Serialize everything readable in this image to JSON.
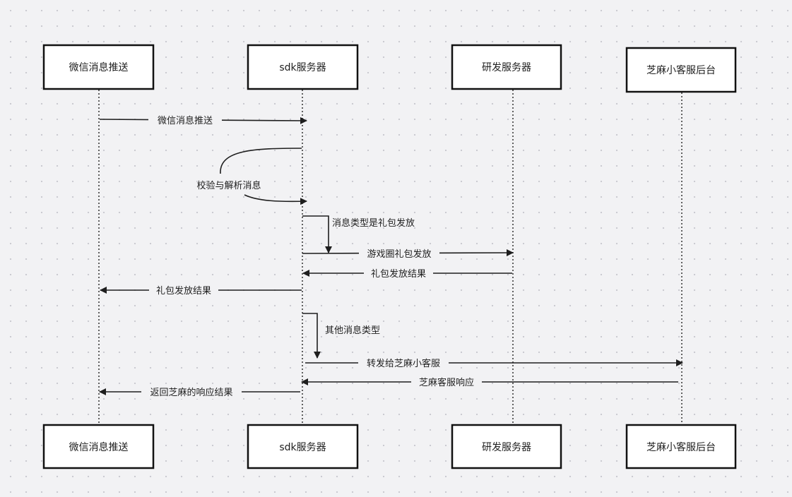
{
  "participants": [
    {
      "id": "wechat",
      "label": "微信消息推送"
    },
    {
      "id": "sdk",
      "label": "sdk服务器"
    },
    {
      "id": "dev",
      "label": "研发服务器"
    },
    {
      "id": "zhima",
      "label": "芝麻小客服后台"
    }
  ],
  "messages": {
    "m1": "微信消息推送",
    "m2": "校验与解析消息",
    "m3": "消息类型是礼包发放",
    "m4": "游戏圈礼包发放",
    "m5": "礼包发放结果",
    "m6": "礼包发放结果",
    "m7": "其他消息类型",
    "m8": "转发给芝麻小客服",
    "m9": "芝麻客服响应",
    "m10": "返回芝麻的响应结果"
  }
}
